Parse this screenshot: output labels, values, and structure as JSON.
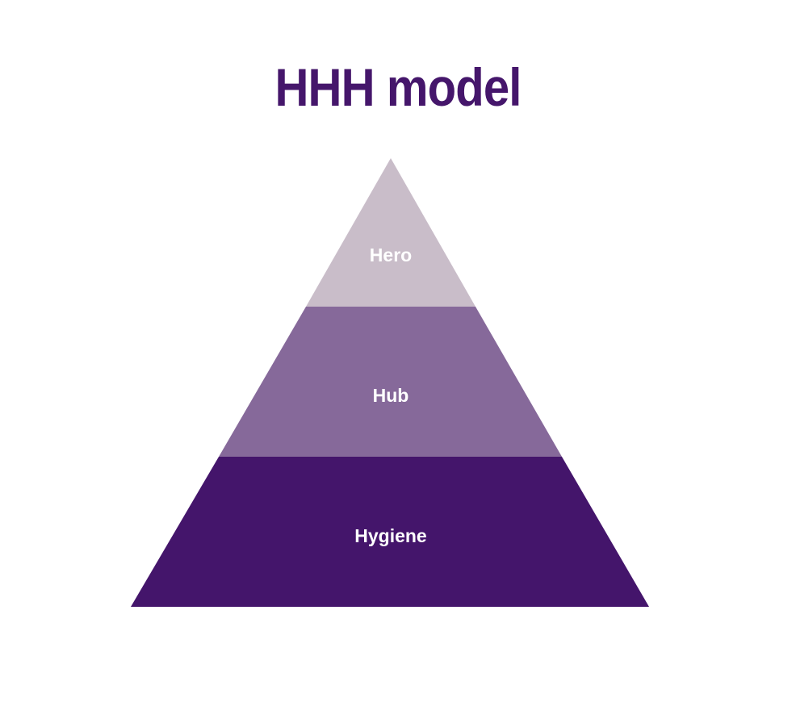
{
  "title": "HHH model",
  "layers": [
    {
      "label": "Hero",
      "color": "#c9bdc9"
    },
    {
      "label": "Hub",
      "color": "#86699a"
    },
    {
      "label": "Hygiene",
      "color": "#44156b"
    }
  ],
  "colors": {
    "title": "#45166b",
    "label": "#ffffff",
    "background": "#ffffff"
  }
}
